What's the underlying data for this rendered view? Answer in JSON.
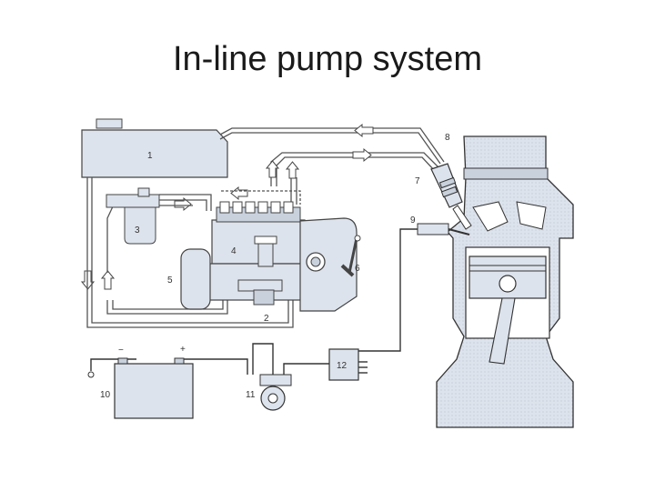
{
  "slide": {
    "title": "In-line pump system"
  },
  "diagram": {
    "labels": {
      "l1": "1",
      "l2": "2",
      "l3": "3",
      "l4": "4",
      "l5": "5",
      "l6": "6",
      "l7": "7",
      "l8": "8",
      "l9": "9",
      "l10": "10",
      "l11": "11",
      "l12": "12"
    },
    "battery": {
      "minus": "−",
      "plus": "+"
    }
  }
}
